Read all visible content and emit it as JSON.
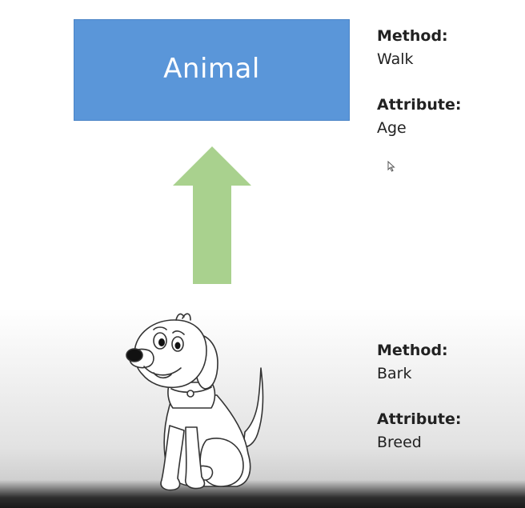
{
  "parent_class": {
    "name": "Animal"
  },
  "parent_info": {
    "method_label": "Method:",
    "method_value": "Walk",
    "attribute_label": "Attribute:",
    "attribute_value": "Age"
  },
  "child_info": {
    "method_label": "Method:",
    "method_value": "Bark",
    "attribute_label": "Attribute:",
    "attribute_value": "Breed"
  },
  "colors": {
    "class_box": "#5a96d9",
    "arrow": "#a9d18e",
    "text": "#222222"
  },
  "icons": [
    "up-arrow",
    "dog-illustration",
    "mouse-cursor-icon"
  ]
}
